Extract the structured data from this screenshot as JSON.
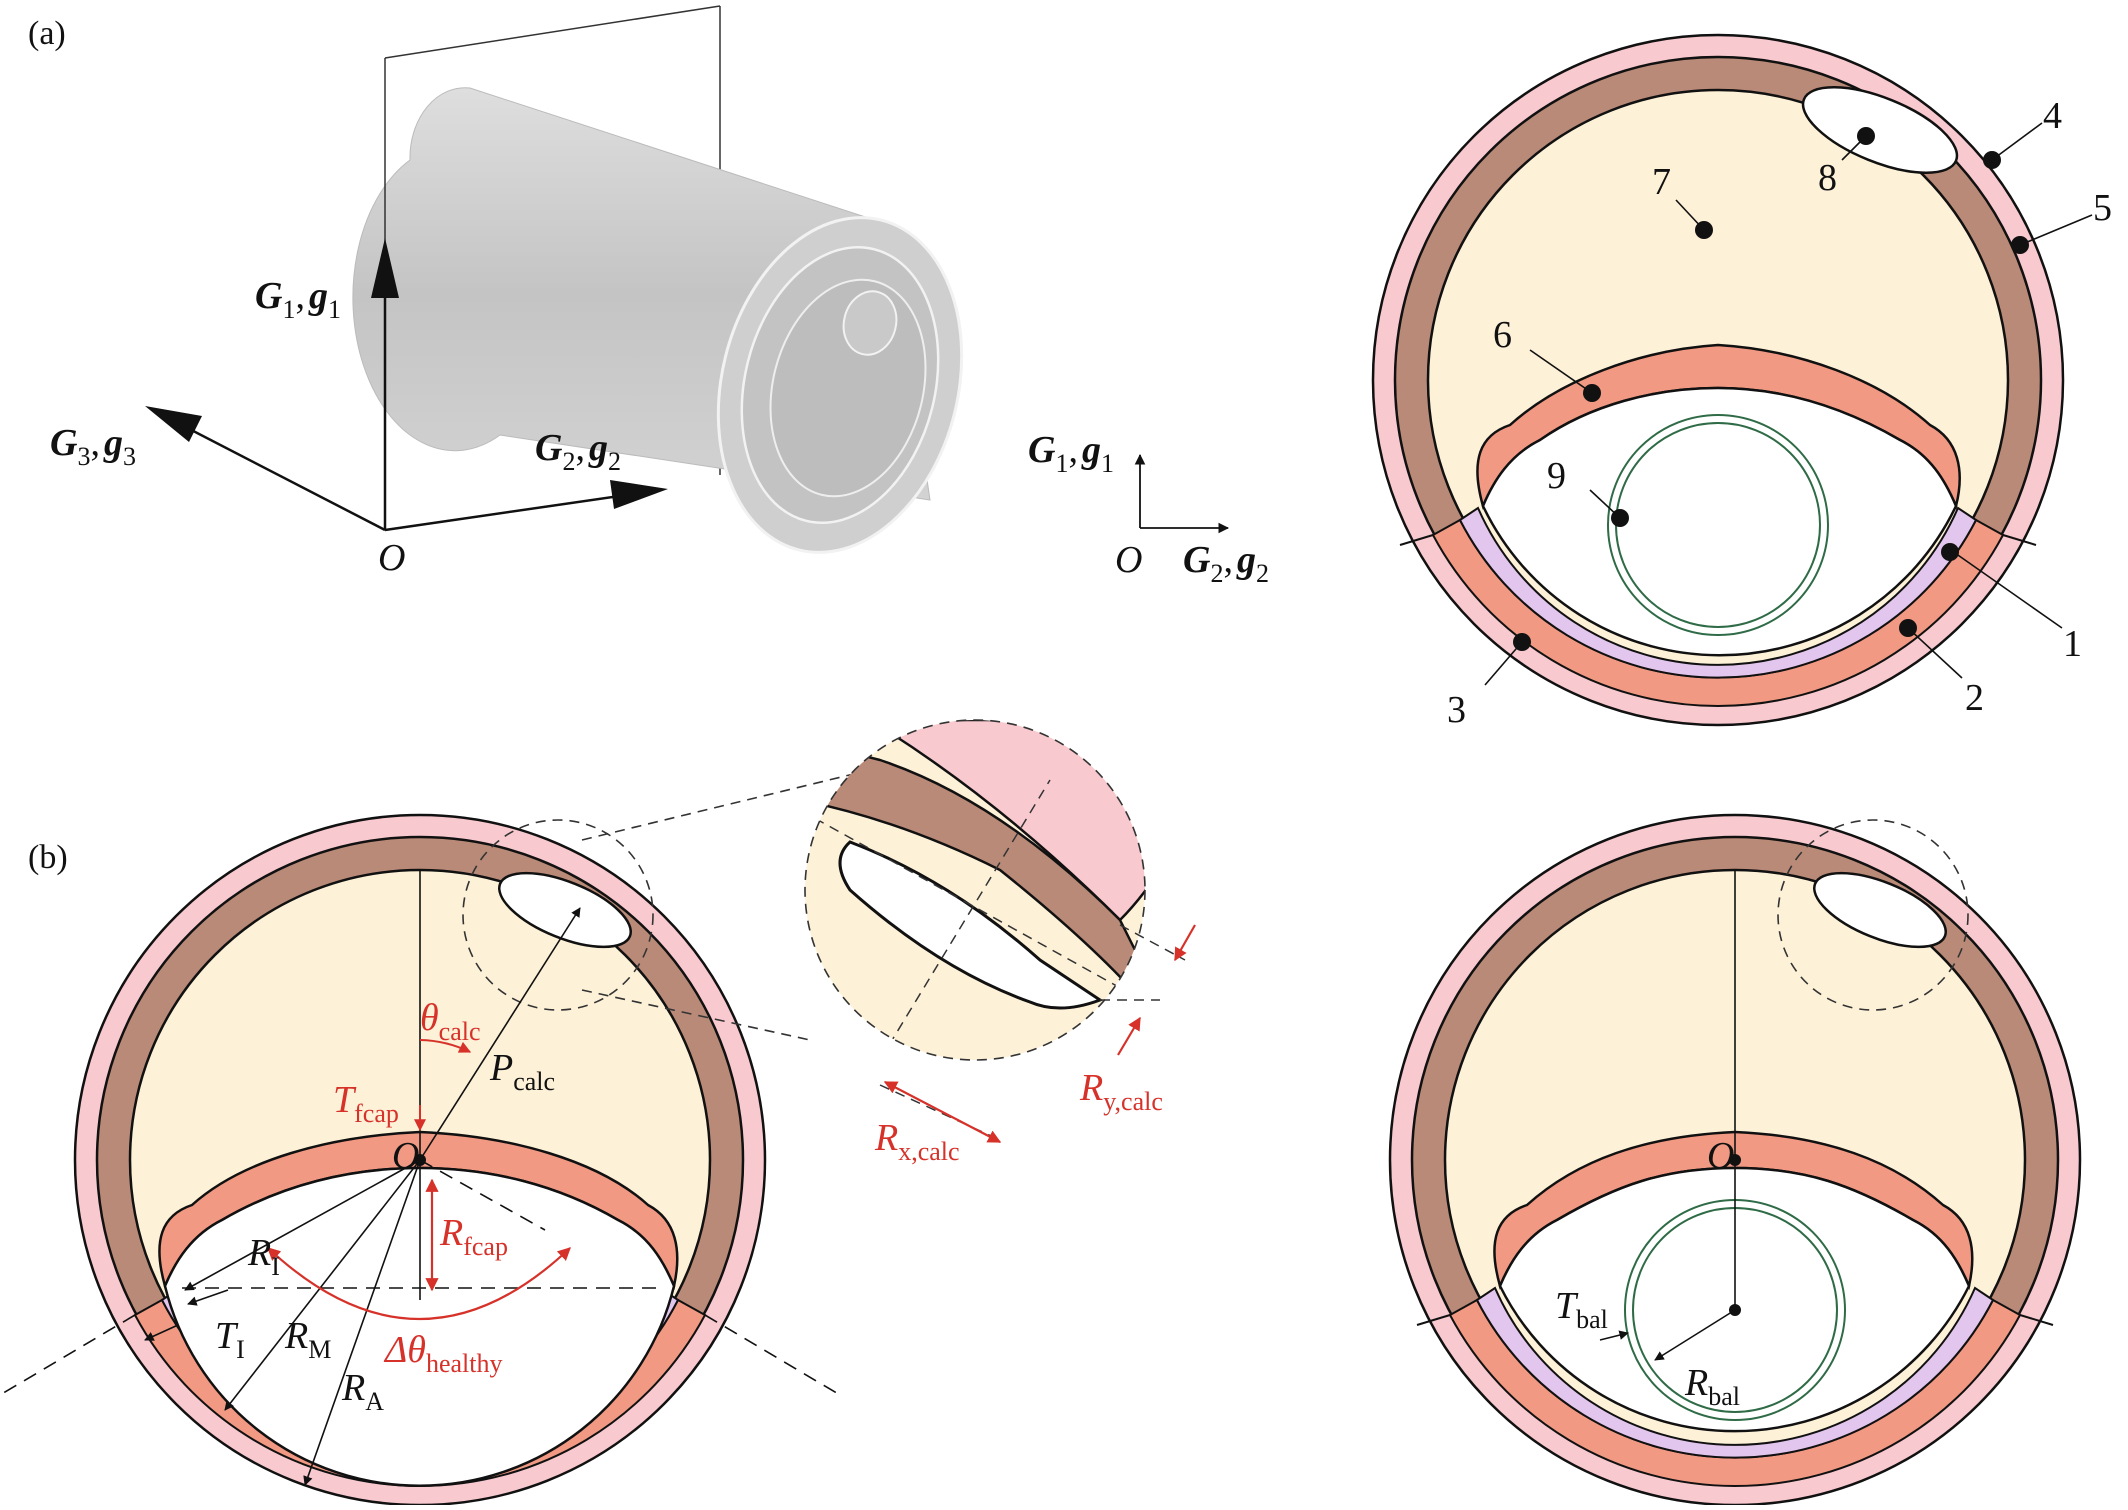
{
  "panels": {
    "a": "(a)",
    "b": "(b)"
  },
  "axes3d": {
    "G1": "G",
    "G1_sub": "1",
    "g1": "g",
    "g1_sub": "1",
    "G2": "G",
    "G2_sub": "2",
    "g2": "g",
    "g2_sub": "2",
    "G3": "G",
    "G3_sub": "3",
    "g3": "g",
    "g3_sub": "3",
    "origin": "O",
    "sep": ","
  },
  "axes2d": {
    "G1": "G",
    "G1_sub": "1",
    "g1": "g",
    "g1_sub": "1",
    "G2": "G",
    "G2_sub": "2",
    "g2": "g",
    "g2_sub": "2",
    "origin": "O",
    "sep": ","
  },
  "numbers": [
    "1",
    "2",
    "3",
    "4",
    "5",
    "6",
    "7",
    "8",
    "9"
  ],
  "b_left": {
    "theta": "θ",
    "theta_sub": "calc",
    "P": "P",
    "P_sub": "calc",
    "Tfcap": "T",
    "Tfcap_sub": "fcap",
    "origin": "O",
    "Rfcap": "R",
    "Rfcap_sub": "fcap",
    "RI": "R",
    "RI_sub": "I",
    "TI": "T",
    "TI_sub": "I",
    "RM": "R",
    "RM_sub": "M",
    "RA": "R",
    "RA_sub": "A",
    "dtheta": "Δθ",
    "dtheta_sub": "healthy"
  },
  "b_zoom": {
    "Rx": "R",
    "Rx_sub": "x,calc",
    "Ry": "R",
    "Ry_sub": "y,calc"
  },
  "b_right": {
    "origin": "O",
    "Tbal": "T",
    "Tbal_sub": "bal",
    "Rbal": "R",
    "Rbal_sub": "bal"
  },
  "colors": {
    "adventitia": "#f8c9ce",
    "media": "#b98a78",
    "intima_plaque": "#f19983",
    "lumen_intima": "#e3c6ee",
    "lipid": "#fdf1d8",
    "balloon": "#2f6b46",
    "annotation": "#d6322a"
  }
}
